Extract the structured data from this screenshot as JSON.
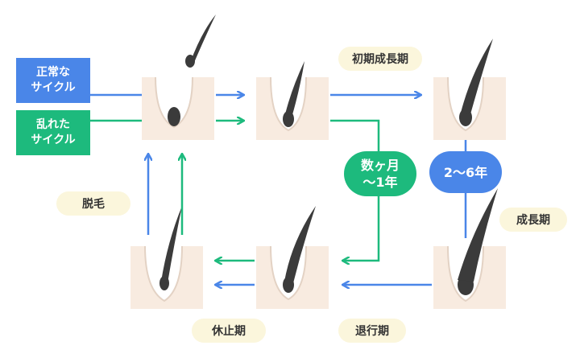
{
  "legend": {
    "normal_line1": "正常な",
    "normal_line2": "サイクル",
    "disrupted_line1": "乱れた",
    "disrupted_line2": "サイクル"
  },
  "stages": {
    "early_growth": "初期成長期",
    "growth": "成長期",
    "regression": "退行期",
    "resting": "休止期",
    "shedding": "脱毛"
  },
  "durations": {
    "disrupted_line1": "数ヶ月",
    "disrupted_line2": "〜1年",
    "normal": "2〜6年"
  },
  "colors": {
    "normal": "#4a86e8",
    "disrupted": "#1dba7d",
    "skin": "#f8ebe0",
    "skin_line": "#e3d2c4",
    "hair": "#3b3b3b",
    "label_bg": "#fbf6dc"
  }
}
